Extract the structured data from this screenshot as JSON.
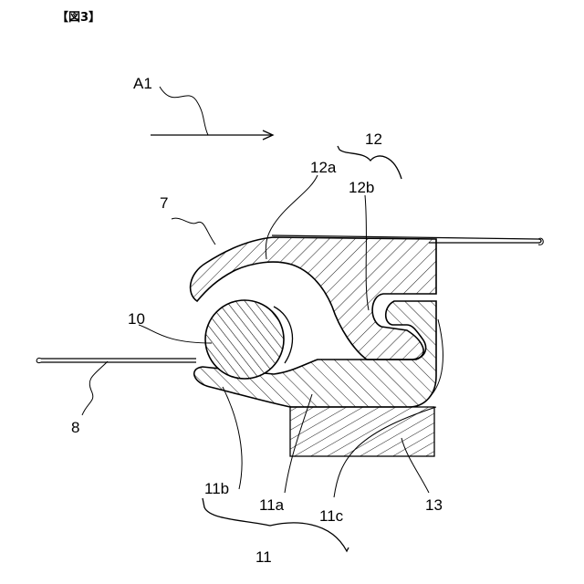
{
  "header": {
    "figure_label": "【図3】"
  },
  "labels": {
    "arrow_a1": "A1",
    "part_7": "7",
    "part_8": "8",
    "part_10": "10",
    "part_11": "11",
    "part_11a": "11a",
    "part_11b": "11b",
    "part_11c": "11c",
    "part_12": "12",
    "part_12a": "12a",
    "part_12b": "12b",
    "part_13": "13"
  },
  "colors": {
    "line": "#000000",
    "background": "#ffffff"
  }
}
